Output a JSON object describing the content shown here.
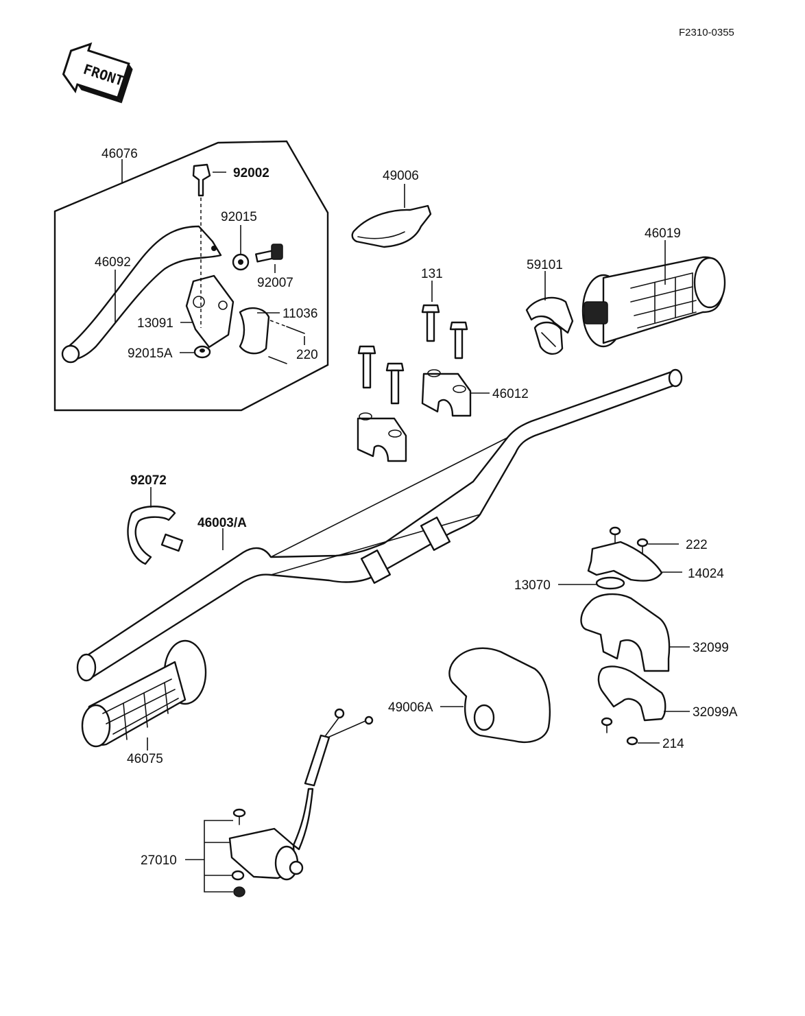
{
  "drawing_code": "F2310-0355",
  "front_arrow": "FRONT",
  "labels": {
    "l46076": "46076",
    "l92002": "92002",
    "l92015": "92015",
    "l92007": "92007",
    "l46092": "46092",
    "l11036": "11036",
    "l13091": "13091",
    "l220": "220",
    "l92015A": "92015A",
    "l49006": "49006",
    "l131": "131",
    "l59101": "59101",
    "l46019": "46019",
    "l46012": "46012",
    "l92072": "92072",
    "l46003A": "46003/A",
    "l222": "222",
    "l14024": "14024",
    "l13070": "13070",
    "l32099": "32099",
    "l49006A": "49006A",
    "l32099A": "32099A",
    "l214": "214",
    "l46075": "46075",
    "l27010": "27010"
  }
}
